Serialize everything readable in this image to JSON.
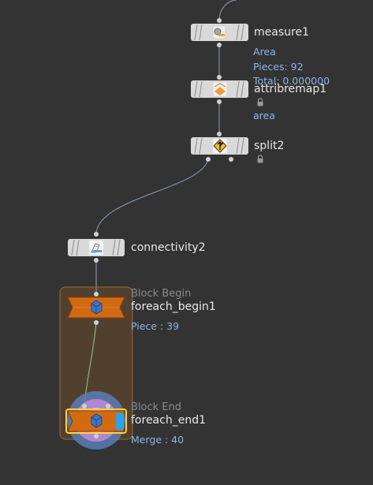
{
  "nodes": {
    "measure": {
      "name": "measure1",
      "info_lines": [
        "Area",
        "Pieces: 92",
        "Total: 0.000000"
      ],
      "icon": "measure-tape-icon"
    },
    "attribremap": {
      "name": "attribremap1",
      "info_lines": [
        "area"
      ],
      "icon": "attribremap-icon",
      "locked": true
    },
    "split": {
      "name": "split2",
      "icon": "split-sign-icon",
      "locked": true
    },
    "connectivity": {
      "name": "connectivity2",
      "icon": "connectivity-icon"
    },
    "foreach_begin": {
      "type_label": "Block Begin",
      "name": "foreach_begin1",
      "info_lines": [
        "Piece : 39"
      ],
      "icon": "foreach-cube-icon"
    },
    "foreach_end": {
      "type_label": "Block End",
      "name": "foreach_end1",
      "info_lines": [
        "Merge : 40"
      ],
      "icon": "foreach-cube-icon",
      "display_flag": true
    }
  },
  "colors": {
    "background": "#333333",
    "node_body": "#d9d9d9",
    "node_stripe": "#a9a9a9",
    "wire": "#7f8fa6",
    "foreach_orange": "#d26a12",
    "foreach_block_fill": "#6b4a2a",
    "name_text": "#e8e8e8",
    "info_text": "#8fb4e6",
    "display_flag": "#2aa5e8",
    "selection_outline": "#ffd23a"
  }
}
